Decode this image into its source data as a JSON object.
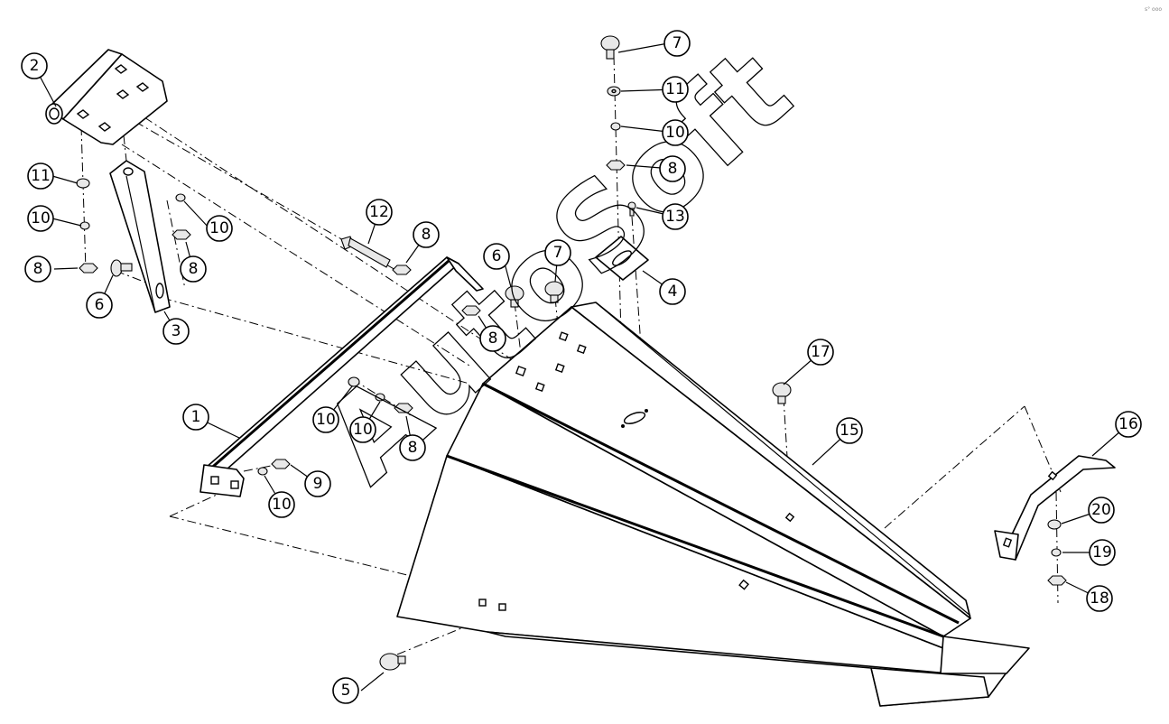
{
  "watermark": "AutoSoft",
  "corner_mark": "s° ooo",
  "callouts": [
    "1",
    "2",
    "3",
    "4",
    "5",
    "6",
    "6",
    "7",
    "7",
    "8",
    "8",
    "8",
    "8",
    "8",
    "8",
    "9",
    "10",
    "10",
    "10",
    "10",
    "10",
    "10",
    "11",
    "11",
    "12",
    "13",
    "15",
    "16",
    "17",
    "18",
    "19",
    "20"
  ]
}
